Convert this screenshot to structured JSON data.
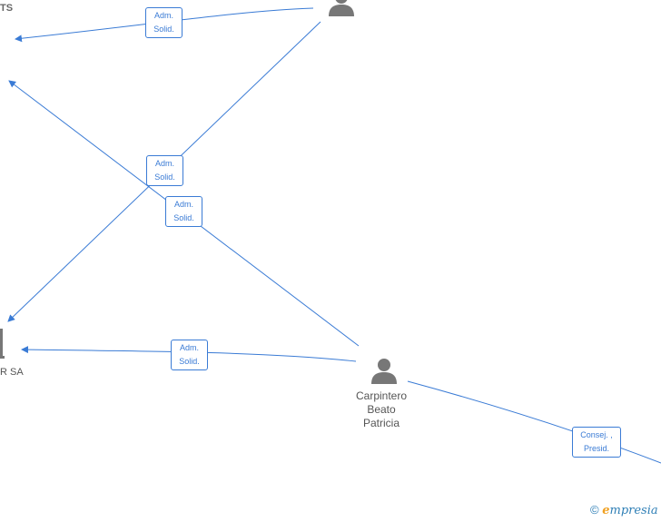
{
  "nodes": {
    "top_left_label": "TS",
    "company_label": "R SA",
    "person_center_name": [
      "Carpintero",
      "Beato",
      "Patricia"
    ]
  },
  "edges": [
    {
      "role_lines": [
        "Adm.",
        "Solid."
      ]
    },
    {
      "role_lines": [
        "Adm.",
        "Solid."
      ]
    },
    {
      "role_lines": [
        "Adm.",
        "Solid."
      ]
    },
    {
      "role_lines": [
        "Adm.",
        "Solid."
      ]
    },
    {
      "role_lines": [
        "Consej. ,",
        "Presid."
      ]
    }
  ],
  "footer": {
    "copyright_symbol": "©",
    "brand_initial": "e",
    "brand_rest": "mpresia"
  },
  "colors": {
    "edge": "#3a7bd5",
    "node_icon": "#777777",
    "text": "#555555",
    "brand": "#2f7fb6"
  }
}
